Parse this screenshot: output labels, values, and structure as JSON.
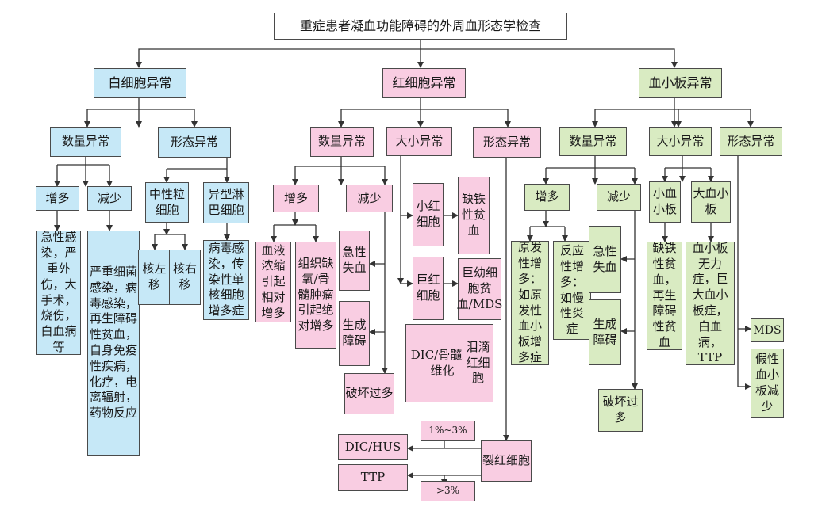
{
  "title": "重症患者凝血功能障碍的外周血形态学检查",
  "wbc": {
    "label": "白细胞异常",
    "count": "数量异常",
    "morph": "形态异常",
    "inc": "增多",
    "dec": "减少",
    "inc_causes": "急性感染，严重外伤，大手术，烧伤，白血病等",
    "dec_causes": "严重细菌感染，病毒感染，再生障碍性贫血，自身免疫性疾病，化疗，电离辐射，药物反应",
    "neutrophil": "中性粒细胞",
    "atypical_lymph": "异型淋巴细胞",
    "left_shift": "核左移",
    "right_shift": "核右移",
    "atypical_causes": "病毒感染，传染性单核细胞增多症"
  },
  "rbc": {
    "label": "红细胞异常",
    "count": "数量异常",
    "size": "大小异常",
    "morph": "形态异常",
    "inc": "增多",
    "dec": "减少",
    "inc_relative": "血液浓缩引起相对增多",
    "inc_absolute": "组织缺氧/骨髓肿瘤引起绝对增多",
    "acute_loss": "急性失血",
    "prod_defect": "生成障碍",
    "destruction": "破坏过多",
    "microcyte": "小红细胞",
    "iron_def": "缺铁性贫血",
    "macrocyte": "巨红细胞",
    "megaloblastic": "巨幼细胞贫血/MDS",
    "teardrop": "泪滴红细胞",
    "dic_fibrosis": "DIC/骨髓纤维化",
    "schistocyte": "裂红细胞",
    "dic_hus": "DIC/HUS",
    "ttp": "TTP",
    "pct_low": "1%~3%",
    "pct_high": ">3%"
  },
  "plt": {
    "label": "血小板异常",
    "count": "数量异常",
    "size": "大小异常",
    "morph": "形态异常",
    "inc": "增多",
    "dec": "减少",
    "primary": "原发性增多：如原发性血小板增多症",
    "reactive": "反应性增多：如慢性炎症",
    "acute_loss": "急性失血",
    "prod_defect": "生成障碍",
    "destruction": "破坏过多",
    "small": "小血小板",
    "large": "大血小板",
    "small_causes": "缺铁性贫血，再生障碍性贫血",
    "large_causes": "血小板无力症，巨大血小板症，白血病，TTP",
    "mds": "MDS",
    "pseudo": "假性血小板减少"
  },
  "colors": {
    "wbc": "#c6e8f7",
    "rbc": "#f9cde2",
    "plt": "#d9ebc2",
    "line": "#333333"
  }
}
